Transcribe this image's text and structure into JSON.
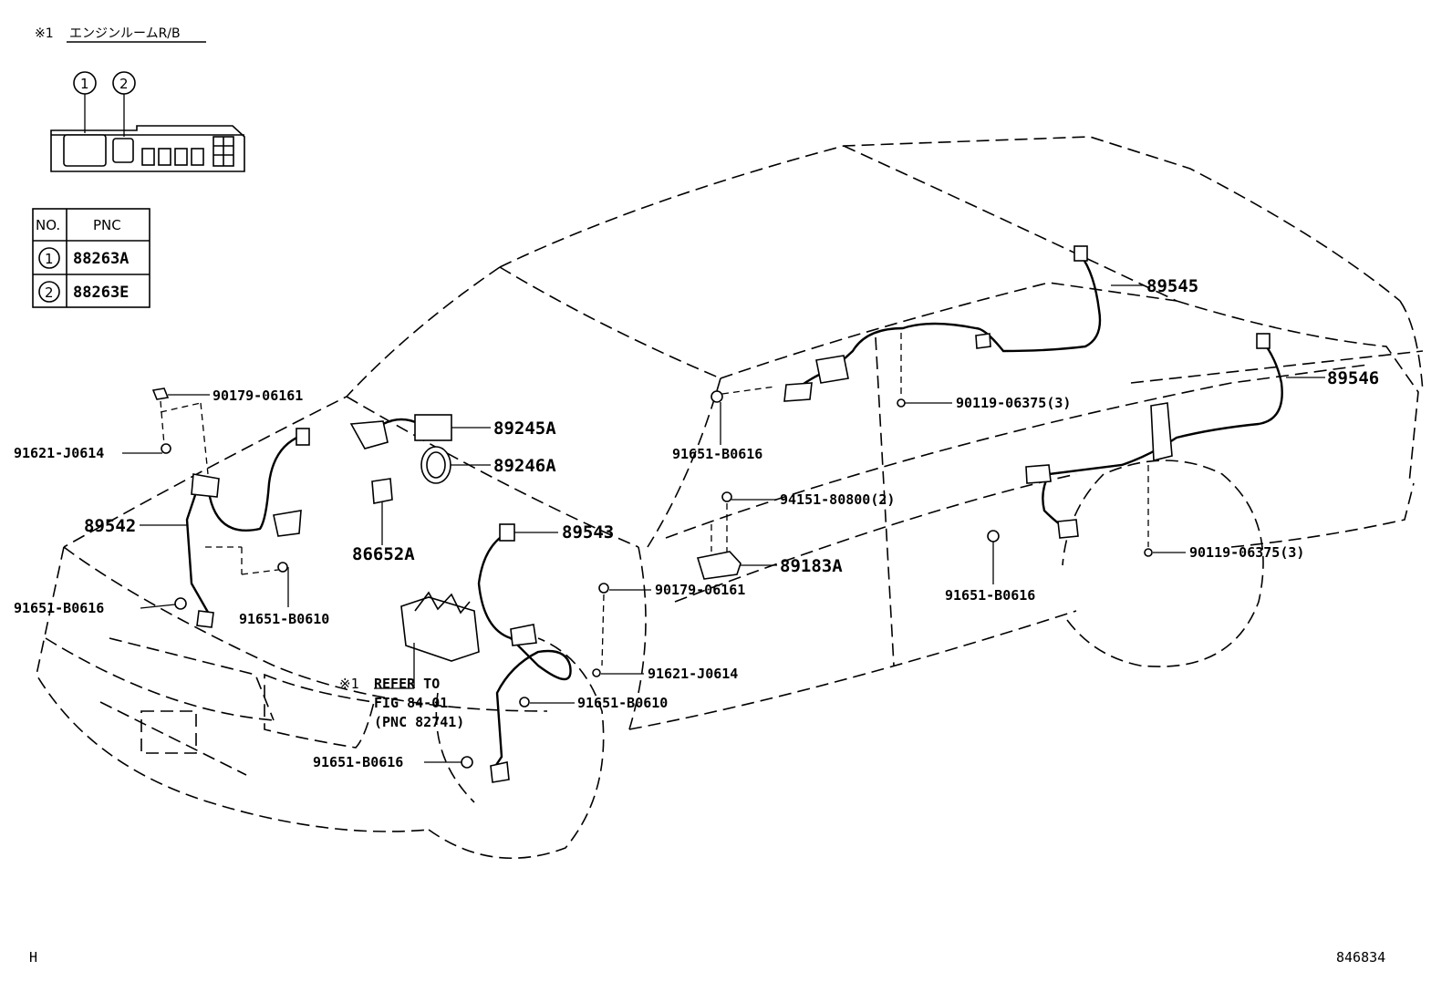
{
  "header": {
    "note_mark": "※1",
    "note_text": "エンジンルームR/B"
  },
  "table": {
    "col_no": "NO.",
    "col_pnc": "PNC",
    "rows": [
      {
        "no": "1",
        "pnc": "88263A"
      },
      {
        "no": "2",
        "pnc": "88263E"
      }
    ]
  },
  "relay_box_callouts": [
    "1",
    "2"
  ],
  "parts": {
    "p89545": "89545",
    "p89546": "89546",
    "p89542": "89542",
    "p89543": "89543",
    "p89245A": "89245A",
    "p89246A": "89246A",
    "p86652A": "86652A",
    "p89183A": "89183A",
    "nut_top": "90179-06161",
    "bolt_top": "91621-J0614",
    "bolt_left": "91651-B0616",
    "bolt_front_mid": "91651-B0610",
    "bolt_ctr_top": "91651-B0616",
    "bolt_rr_top": "90119-06375(3)",
    "clip_ctr": "94151-80800(2)",
    "nut_ctr": "90179-06161",
    "bolt_ctr_low": "91621-J0614",
    "bolt_ctr_low2": "91651-B0610",
    "bolt_front_low": "91651-B0616",
    "bolt_rear_low": "91651-B0616",
    "bolt_rear_right": "90119-06375(3)"
  },
  "refer": {
    "mark": "※1",
    "line1": "REFER TO",
    "line2": "FIG 84-01",
    "line3": "(PNC 82741)"
  },
  "footer": {
    "left": "H",
    "right": "846834"
  }
}
